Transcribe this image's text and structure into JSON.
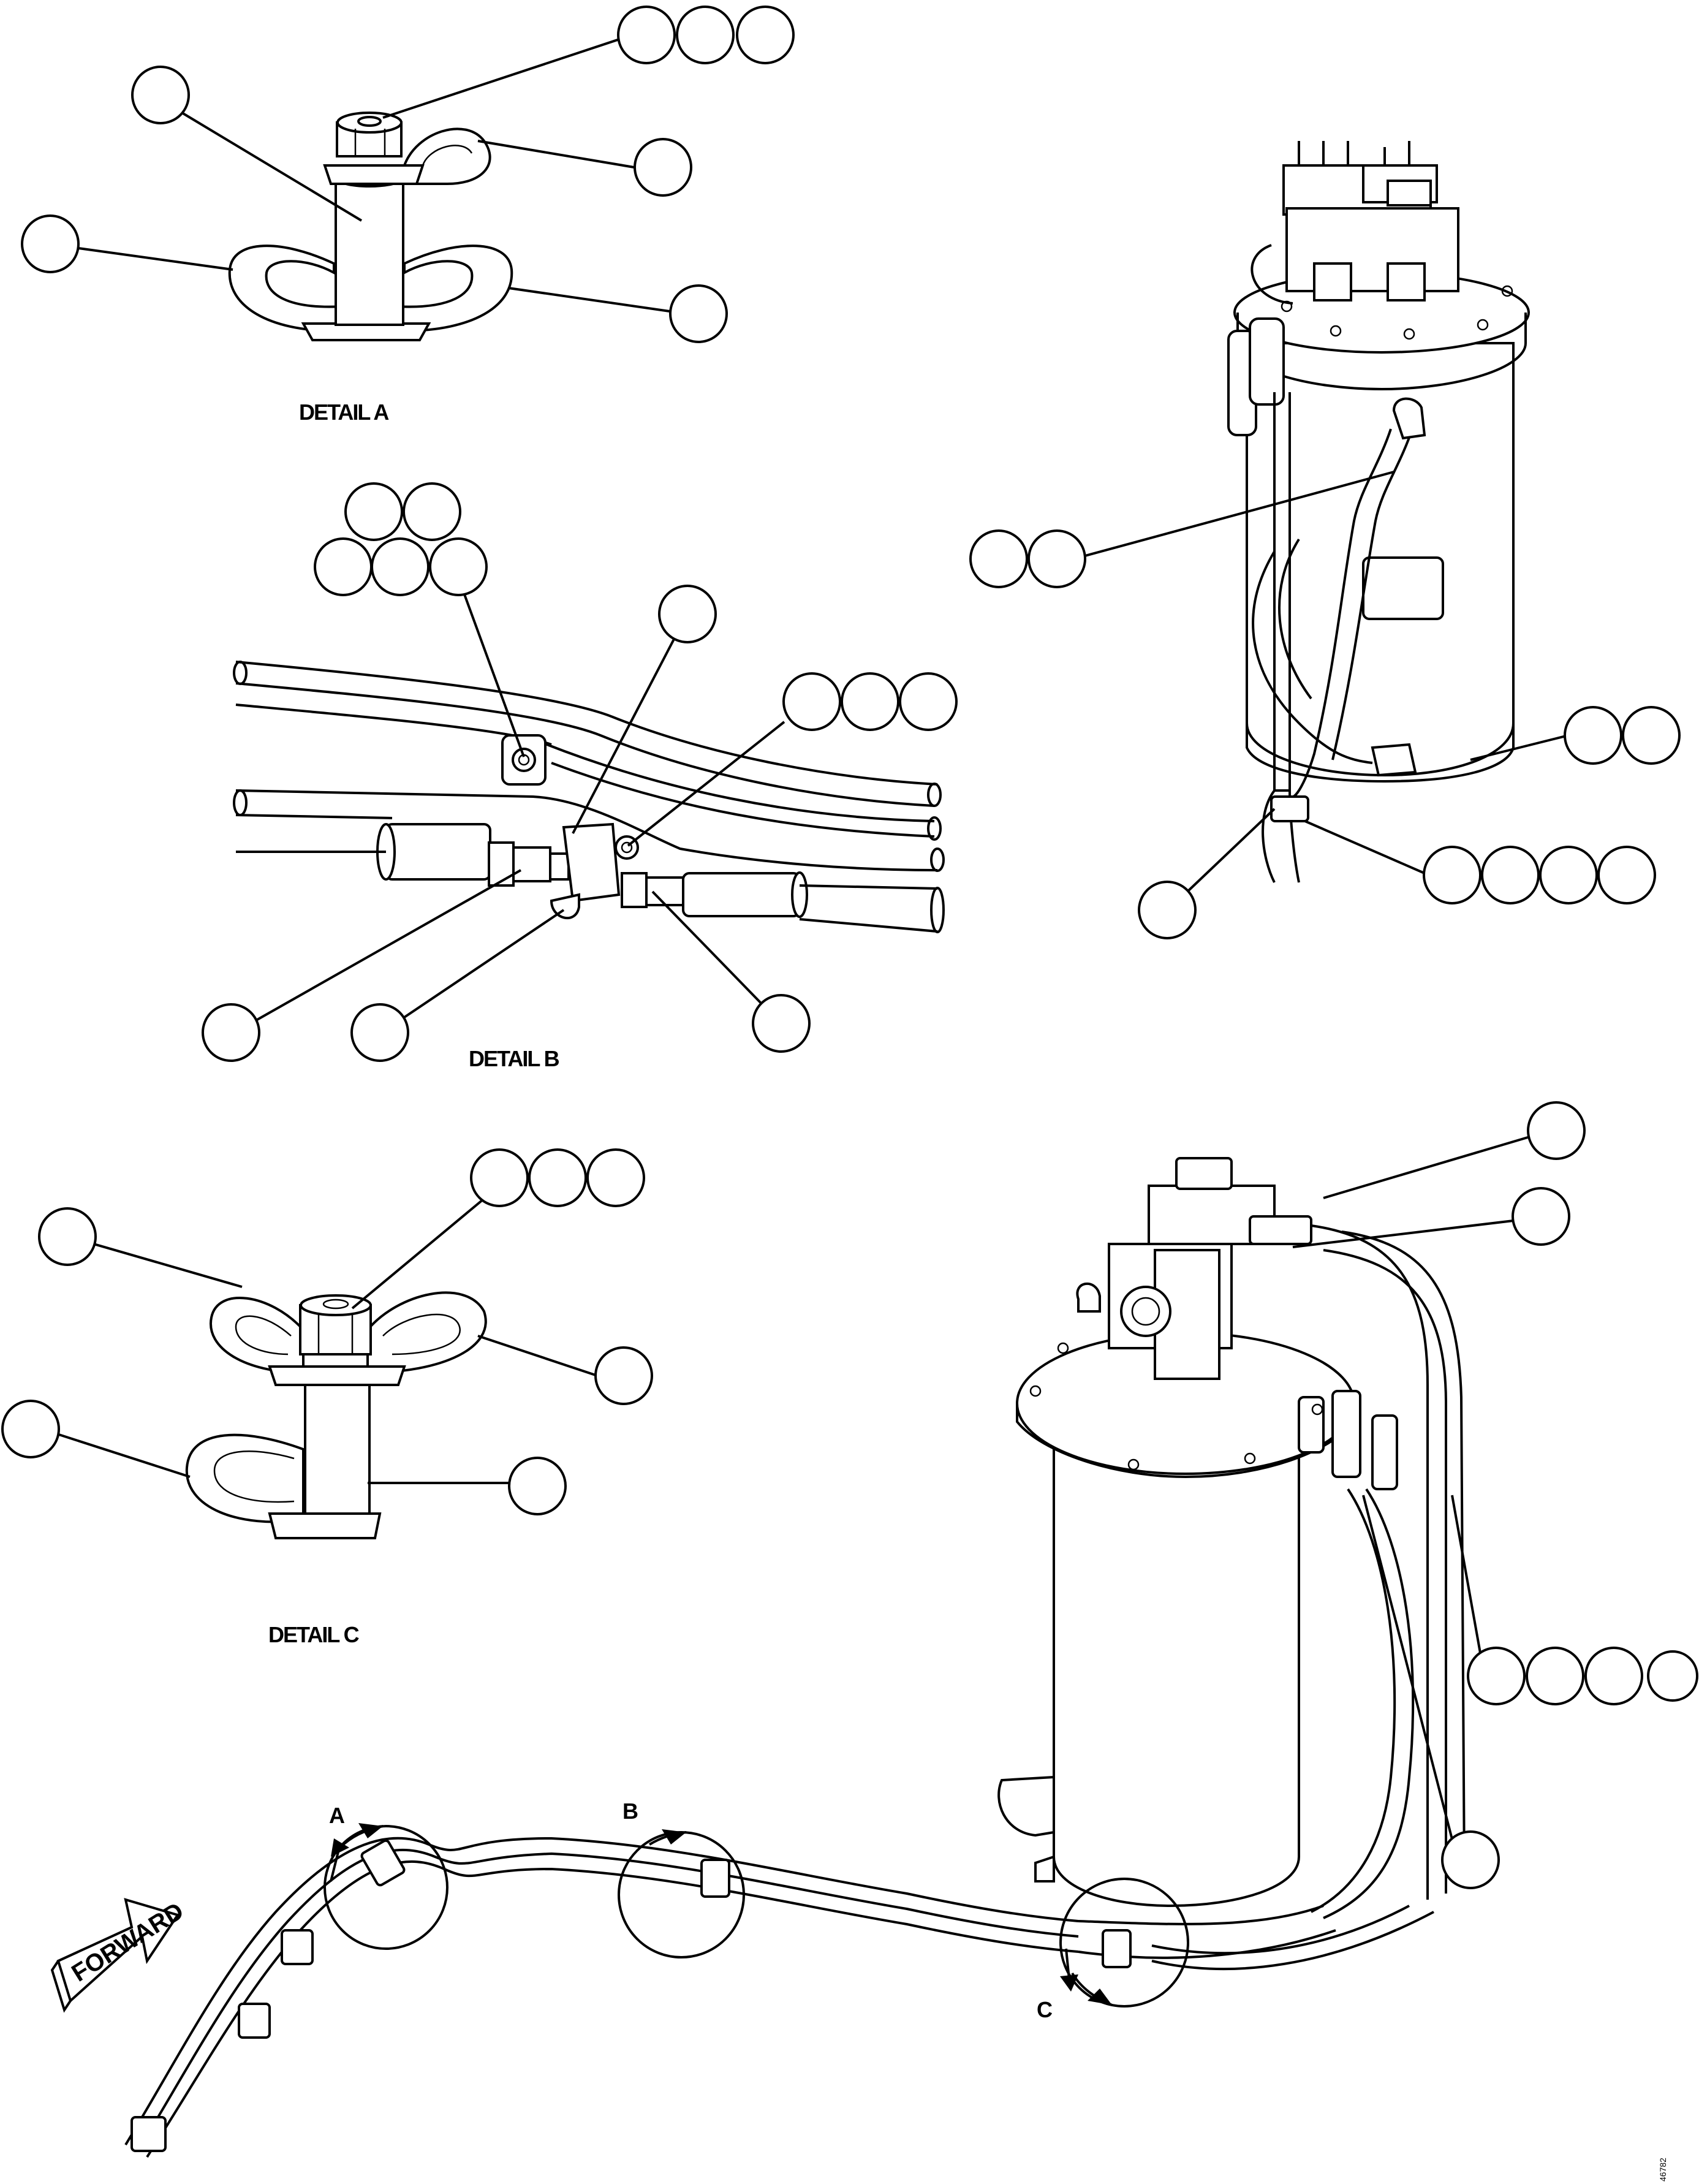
{
  "details": {
    "a": "DETAIL A",
    "b": "DETAIL B",
    "c": "DETAIL C"
  },
  "view_markers": {
    "a": "A",
    "b": "B",
    "c": "C"
  },
  "forward_arrow": "FORWARD",
  "figure_number": "46782",
  "colors": {
    "line": "#000000",
    "background": "#ffffff"
  }
}
